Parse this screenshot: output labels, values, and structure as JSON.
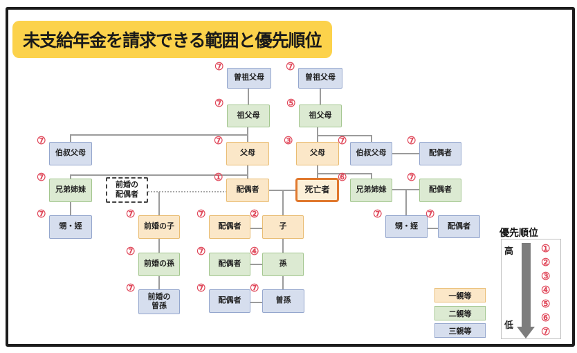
{
  "title": "未支給年金を請求できる範囲と優先順位",
  "nodes": [
    {
      "label": "曽祖父母",
      "badge": "⑦"
    },
    {
      "label": "曽祖父母",
      "badge": "⑦"
    },
    {
      "label": "祖父母",
      "badge": "⑦"
    },
    {
      "label": "祖父母",
      "badge": "⑤"
    },
    {
      "label": "伯叔父母",
      "badge": "⑦"
    },
    {
      "label": "父母",
      "badge": "⑦"
    },
    {
      "label": "父母",
      "badge": "③"
    },
    {
      "label": "伯叔父母",
      "badge": "⑦"
    },
    {
      "label": "配偶者",
      "badge": "⑦"
    },
    {
      "label": "兄弟姉妹",
      "badge": "⑦"
    },
    {
      "label": "前婚の\n配偶者",
      "badge": ""
    },
    {
      "label": "配偶者",
      "badge": "①"
    },
    {
      "label": "死亡者",
      "badge": ""
    },
    {
      "label": "兄弟姉妹",
      "badge": "⑥"
    },
    {
      "label": "配偶者",
      "badge": "⑦"
    },
    {
      "label": "甥・姪",
      "badge": "⑦"
    },
    {
      "label": "前婚の子",
      "badge": "⑦"
    },
    {
      "label": "配偶者",
      "badge": "⑦"
    },
    {
      "label": "子",
      "badge": "②"
    },
    {
      "label": "甥・姪",
      "badge": "⑦"
    },
    {
      "label": "配偶者",
      "badge": "⑦"
    },
    {
      "label": "前婚の孫",
      "badge": "⑦"
    },
    {
      "label": "配偶者",
      "badge": "⑦"
    },
    {
      "label": "孫",
      "badge": "④"
    },
    {
      "label": "前婚の\n曽孫",
      "badge": "⑦"
    },
    {
      "label": "配偶者",
      "badge": "⑦"
    },
    {
      "label": "曽孫",
      "badge": "⑦"
    }
  ],
  "legend": {
    "items": [
      {
        "label": "一親等"
      },
      {
        "label": "二親等"
      },
      {
        "label": "三親等"
      }
    ]
  },
  "priority": {
    "title": "優先順位",
    "high_label": "高",
    "low_label": "低",
    "ranks": [
      "①",
      "②",
      "③",
      "④",
      "⑤",
      "⑥",
      "⑦"
    ]
  },
  "colors": {
    "first_degree": "#fbe7c8",
    "second_degree": "#dcead2",
    "third_degree": "#d6deee",
    "deceased_border": "#e0782d",
    "badge": "#e0485a",
    "title_bg": "#fcd24b",
    "connector": "#9b9b9b"
  }
}
